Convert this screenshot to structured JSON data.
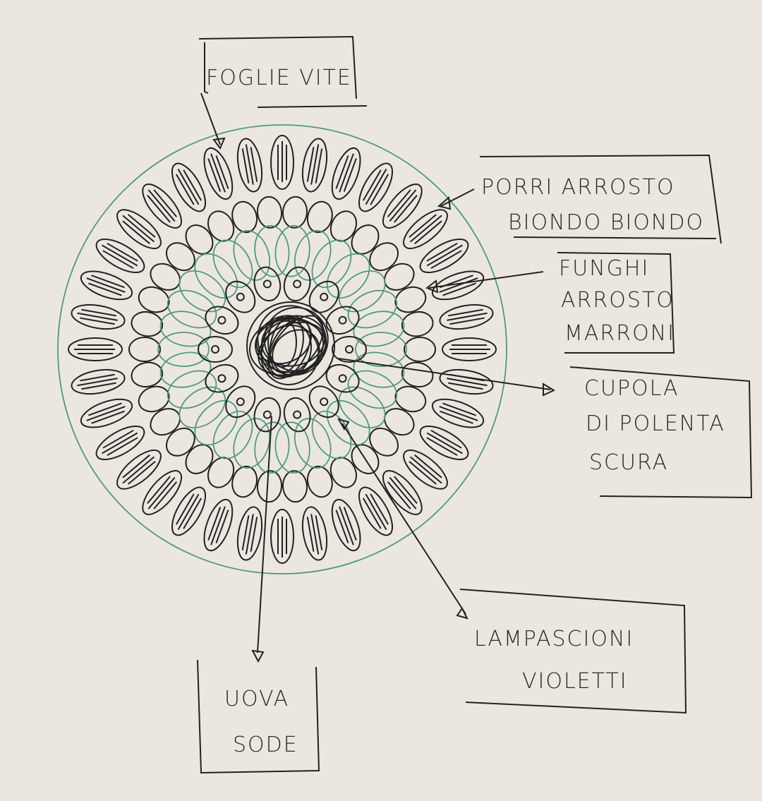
{
  "labels": {
    "foglie": "FOGLIE VITE",
    "porri_1": "PORRI ARROSTO",
    "porri_2": "BIONDO BIONDO",
    "funghi_1": "FUNGHI",
    "funghi_2": "ARROSTO",
    "funghi_3": "MARRONI",
    "cupola_1": "CUPOLA",
    "cupola_2": "DI POLENTA",
    "cupola_3": "SCURA",
    "lampascioni_1": "LAMPASCIONI",
    "lampascioni_2": "VIOLETTI",
    "uova_1": "UOVA",
    "uova_2": "SODE"
  },
  "colors": {
    "ink": "#222222",
    "green": "#4f9a7c",
    "paper": "#ebe7df"
  }
}
